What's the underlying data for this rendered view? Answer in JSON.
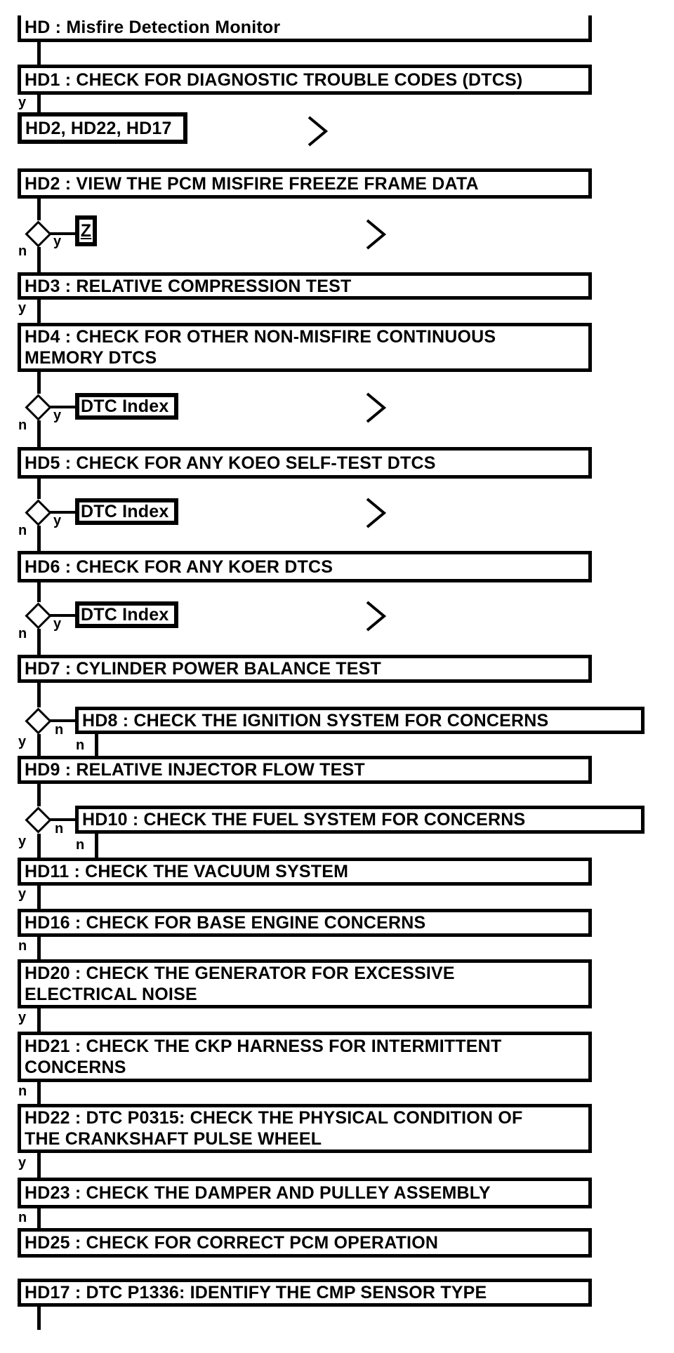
{
  "page": {
    "background": "#ffffff",
    "ink": "#000000"
  },
  "flow": {
    "title": "HD : Misfire Detection Monitor",
    "branch_labels": {
      "yes": "y",
      "no": "n"
    },
    "link_boxes": {
      "hd1_targets": "HD2, HD22, HD17",
      "z_link": "Z",
      "dtc_index": "DTC Index"
    },
    "steps": {
      "hd1": "HD1 : CHECK FOR DIAGNOSTIC TROUBLE CODES (DTCS)",
      "hd2": "HD2 : VIEW THE PCM MISFIRE FREEZE FRAME DATA",
      "hd3": "HD3 : RELATIVE COMPRESSION TEST",
      "hd4": "HD4 : CHECK FOR OTHER NON-MISFIRE CONTINUOUS\nMEMORY DTCS",
      "hd5": "HD5 : CHECK FOR ANY KOEO SELF-TEST DTCS",
      "hd6": "HD6 : CHECK FOR ANY KOER DTCS",
      "hd7": "HD7 : CYLINDER POWER BALANCE TEST",
      "hd8": "HD8 : CHECK THE IGNITION SYSTEM FOR CONCERNS",
      "hd9": "HD9 : RELATIVE INJECTOR FLOW TEST",
      "hd10": "HD10 : CHECK THE FUEL SYSTEM FOR CONCERNS",
      "hd11": "HD11 : CHECK THE VACUUM SYSTEM",
      "hd16": "HD16 : CHECK FOR BASE ENGINE CONCERNS",
      "hd20": "HD20 : CHECK THE GENERATOR FOR EXCESSIVE\nELECTRICAL NOISE",
      "hd21": "HD21 : CHECK THE CKP HARNESS FOR INTERMITTENT\nCONCERNS",
      "hd22": "HD22 : DTC P0315: CHECK THE PHYSICAL CONDITION OF\nTHE CRANKSHAFT PULSE WHEEL",
      "hd23": "HD23 : CHECK THE DAMPER AND PULLEY ASSEMBLY",
      "hd25": "HD25 : CHECK FOR CORRECT PCM OPERATION",
      "hd17": "HD17 : DTC P1336: IDENTIFY THE CMP SENSOR TYPE"
    }
  }
}
